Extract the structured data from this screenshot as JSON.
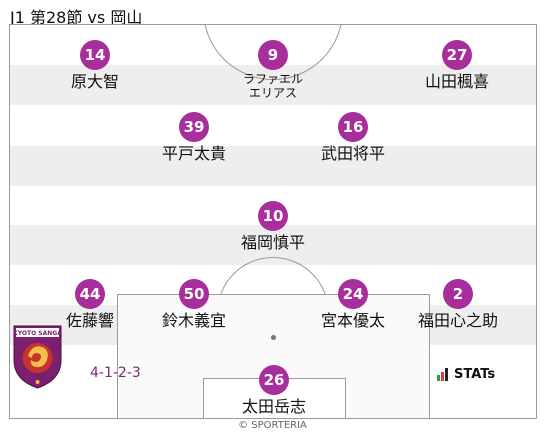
{
  "header": {
    "title": "J1 第28節 vs 岡山"
  },
  "lineup": {
    "formation": "4-1-2-3",
    "players": [
      {
        "number": "14",
        "name": "原大智"
      },
      {
        "number": "9",
        "name": "ラファエル\nエリアス"
      },
      {
        "number": "27",
        "name": "山田楓喜"
      },
      {
        "number": "39",
        "name": "平戸太貴"
      },
      {
        "number": "16",
        "name": "武田将平"
      },
      {
        "number": "10",
        "name": "福岡慎平"
      },
      {
        "number": "44",
        "name": "佐藤響"
      },
      {
        "number": "50",
        "name": "鈴木義宜"
      },
      {
        "number": "24",
        "name": "宮本優太"
      },
      {
        "number": "2",
        "name": "福田心之助"
      },
      {
        "number": "26",
        "name": "太田岳志"
      }
    ]
  },
  "branding": {
    "crest_text": "KYOTO SANGA",
    "stats_logo": "STATs",
    "copyright": "© SPORTERIA"
  },
  "colors": {
    "player_badge": "#a72e9b",
    "formation_text": "#7a2a78",
    "stripe": "#eeeeee",
    "pitch_lines": "#9a9a9a"
  }
}
